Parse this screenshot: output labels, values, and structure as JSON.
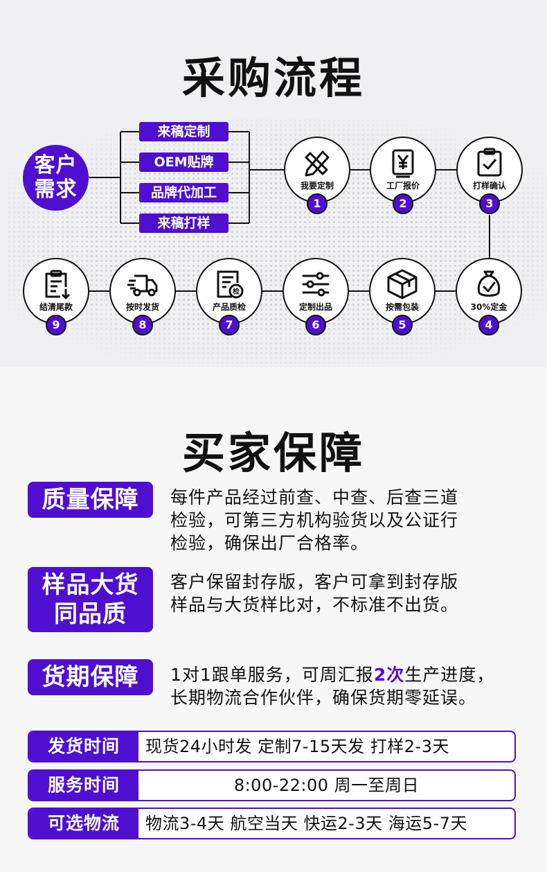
{
  "process": {
    "title": "采购流程",
    "customer": [
      "客户",
      "需求"
    ],
    "options": [
      "来稿定制",
      "OEM贴牌",
      "品牌代加工",
      "来稿打样"
    ],
    "steps": [
      {
        "num": "1",
        "label": "我要定制",
        "icon": "pencil-ruler-icon"
      },
      {
        "num": "2",
        "label": "工厂报价",
        "icon": "yen-document-icon"
      },
      {
        "num": "3",
        "label": "打样确认",
        "icon": "clipboard-check-icon"
      },
      {
        "num": "4",
        "label": "30%定金",
        "icon": "deposit-bag-icon"
      },
      {
        "num": "5",
        "label": "按需包装",
        "icon": "package-box-icon"
      },
      {
        "num": "6",
        "label": "定制出品",
        "icon": "sliders-icon"
      },
      {
        "num": "7",
        "label": "产品质检",
        "icon": "inspection-document-icon"
      },
      {
        "num": "8",
        "label": "按时发货",
        "icon": "delivery-truck-icon"
      },
      {
        "num": "9",
        "label": "结清尾款",
        "icon": "clipboard-download-icon"
      }
    ]
  },
  "guarantee": {
    "title": "买家保障",
    "items": [
      {
        "badge": [
          "质量保障"
        ],
        "lines": [
          "每件产品经过前查、中查、后查三道",
          "检验，可第三方机构验货以及公证行",
          "检验，确保出厂合格率。"
        ]
      },
      {
        "badge": [
          "样品大货",
          "同品质"
        ],
        "lines": [
          "客户保留封存版，客户可拿到封存版",
          "样品与大货样比对，不标准不出货。"
        ]
      },
      {
        "badge": [
          "货期保障"
        ],
        "line1_pre": "1对1跟单服务，可周汇报",
        "line1_hl": "2次",
        "line1_post": "生产进度，",
        "line2": "长期物流合作伙伴，确保货期零延误。"
      }
    ],
    "rows": [
      {
        "key": "发货时间",
        "value": "现货24小时发  定制7-15天发  打样2-3天"
      },
      {
        "key": "服务时间",
        "value": "8:00-22:00  周一至周日"
      },
      {
        "key": "可选物流",
        "value": "物流3-4天  航空当天  快运2-3天  海运5-7天"
      }
    ]
  },
  "colors": {
    "accent": "#4e0fd0",
    "ink": "#111111"
  }
}
